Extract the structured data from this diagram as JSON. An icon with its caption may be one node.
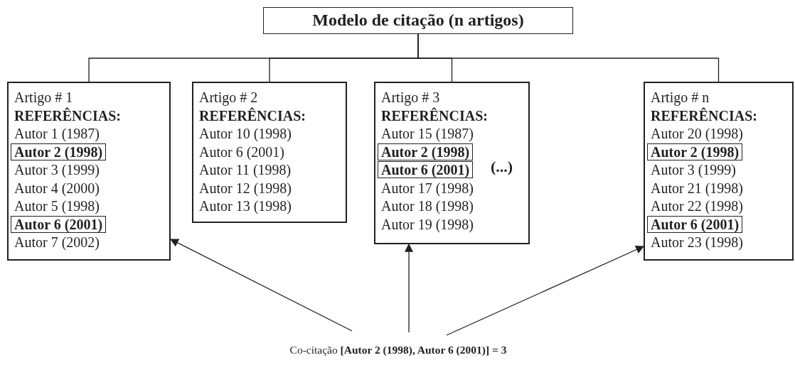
{
  "diagram": {
    "nodes": [
      {
        "text": [
          "Modelo de citação (n artigos)"
        ]
      },
      {
        "text": [
          "Artigo # 1",
          "REFERÊNCIAS:",
          "Autor 1 (1987)",
          "Autor 3 (1999)",
          "Autor 4 (2000)",
          "Autor 5 (1998)",
          "Autor 7 (2002)"
        ]
      },
      {
        "text": [
          "Autor 2 (1998)"
        ],
        "in": 1
      },
      {
        "text": [
          "Autor 6 (2001)"
        ],
        "in": 1
      },
      {
        "text": [
          "Artigo # 2",
          "REFERÊNCIAS:",
          "Autor 10 (1998)",
          "Autor 6 (2001)",
          "Autor 11 (1998)",
          "Autor 12 (1998)",
          "Autor 13 (1998)"
        ]
      },
      {
        "text": [
          "Artigo # 3",
          "REFERÊNCIAS:",
          "Autor 15 (1987)",
          "Autor 17 (1998)",
          "Autor 18 (1998)",
          "Autor 19 (1998)"
        ]
      },
      {
        "text": [
          "Autor 2 (1998)"
        ],
        "in": 5
      },
      {
        "text": [
          "Autor 6 (2001)"
        ],
        "in": 5
      },
      {
        "text": [
          "Artigo # n",
          "REFERÊNCIAS:",
          "Autor 20 (1998)",
          "Autor 3 (1999)",
          "Autor 21 (1998)",
          "Autor 22 (1998)",
          "Autor 23 (1998)"
        ]
      },
      {
        "text": [
          "Autor 2 (1998)"
        ],
        "in": 8
      },
      {
        "text": [
          "Autor 6 (2001)"
        ],
        "in": 8
      },
      {
        "text": [
          "Co-citação **[Autor 2 (1998), Autor 6 (2001)] = 3**"
        ]
      }
    ],
    "edges": [
      {
        "from": 0,
        "to": 1,
        "arrow": "none"
      },
      {
        "from": 0,
        "to": 4,
        "arrow": "none"
      },
      {
        "from": 0,
        "to": 5,
        "arrow": "none"
      },
      {
        "from": 0,
        "to": 8,
        "arrow": "none"
      },
      {
        "from": 11,
        "to": 1,
        "arrow": "to"
      },
      {
        "from": 11,
        "to": 5,
        "arrow": "to"
      },
      {
        "from": 11,
        "to": 8,
        "arrow": "to"
      }
    ],
    "labels": [
      "(...)"
    ]
  }
}
